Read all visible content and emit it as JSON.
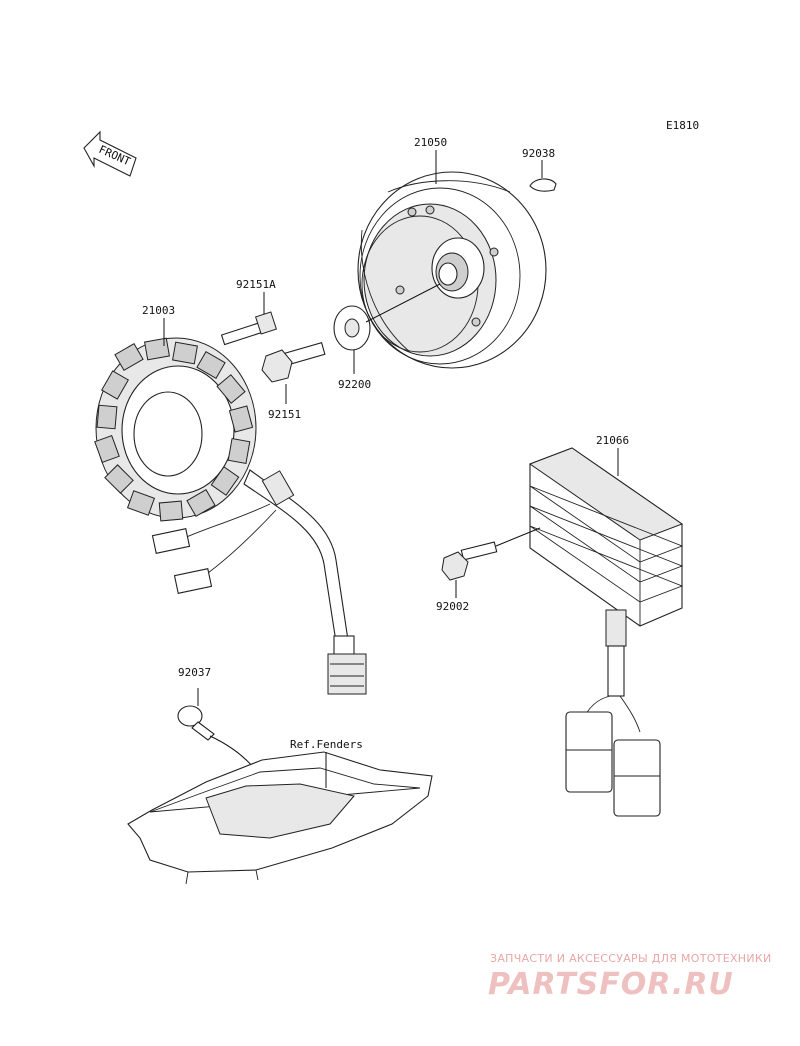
{
  "diagram_code": "E1810",
  "front_marker": "FRONT",
  "callouts": {
    "flywheel": "21050",
    "key": "92038",
    "bolt_a": "92151A",
    "stator": "21003",
    "washer": "92200",
    "bolt": "92151",
    "regulator": "21066",
    "reg_bolt": "92002",
    "clamp": "92037",
    "fender_ref": "Ref.Fenders"
  },
  "watermark": {
    "tagline": "ЗАПЧАСТИ И АКСЕССУАРЫ ДЛЯ МОТОТЕХНИКИ",
    "logo": "PARTSFOR.RU"
  }
}
